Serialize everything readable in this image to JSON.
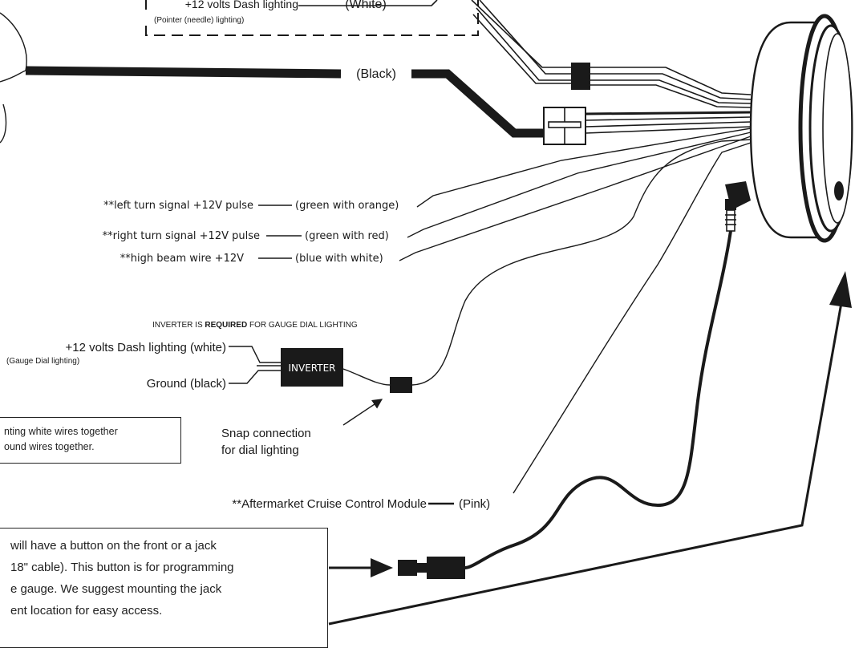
{
  "labels": {
    "dash_lighting_top": "+12 volts Dash lighting",
    "white_top": "(White)",
    "pointer_lighting": "(Pointer (needle) lighting)",
    "black_wire": "(Black)",
    "left_turn": "**left turn signal +12V pulse",
    "left_turn_color": "(green with orange)",
    "right_turn": "**right turn signal +12V pulse",
    "right_turn_color": "(green with red)",
    "high_beam": "**high beam wire +12V",
    "high_beam_color": "(blue with white)",
    "inverter_required_pre": "INVERTER IS ",
    "inverter_required_bold": "REQUIRED",
    "inverter_required_post": " FOR GAUGE DIAL LIGHTING",
    "dash_lighting_white": "+12 volts Dash lighting (white)",
    "gauge_dial_lighting": "(Gauge Dial lighting)",
    "ground_black": "Ground (black)",
    "inverter": "INVERTER",
    "snap_line1": "Snap connection",
    "snap_line2": "for dial lighting",
    "cruise_module": "**Aftermarket Cruise Control Module",
    "pink": "(Pink)"
  },
  "notes": {
    "small_line1": "nting white wires together",
    "small_line2": "ound wires together.",
    "big_line1": "will have a button on the front or a jack",
    "big_line2": "18\" cable). This button is for programming",
    "big_line3": "e gauge. We suggest mounting the jack",
    "big_line4": "ent location for easy access."
  },
  "colors": {
    "ink": "#1a1a1a",
    "inverter_fill": "#1a1a1a",
    "inverter_text": "#ffffff"
  }
}
